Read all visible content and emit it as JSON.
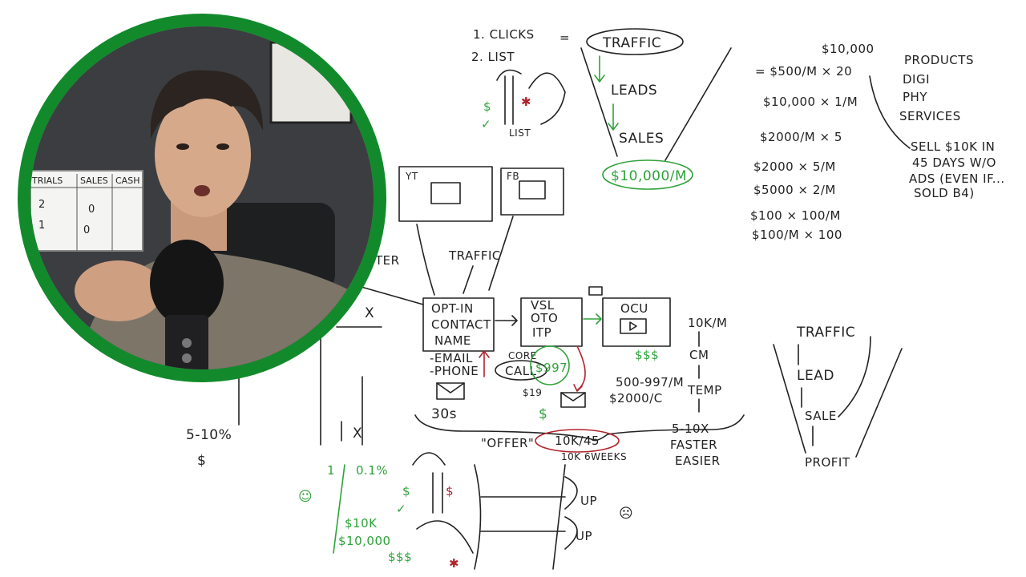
{
  "funnel_top": {
    "clicks": "1. CLICKS",
    "list": "2. LIST",
    "equals": "=",
    "list_small": "LIST",
    "traffic": "TRAFFIC",
    "leads": "LEADS",
    "sales": "SALES",
    "goal": "$10,000/M"
  },
  "math": {
    "header": "$10,000",
    "rows": [
      "= $500/M   ×   20",
      "$10,000   ×   1/M",
      "$2000/M   ×   5",
      "$2000   ×   5/M",
      "$5000   ×   2/M",
      "$100   ×   100/M",
      "$100/M   ×   100"
    ],
    "products": [
      "PRODUCTS",
      "DIGI",
      "PHY",
      "SERVICES"
    ],
    "note": [
      "SELL $10K IN",
      "45 DAYS W/O",
      "ADS (EVEN IF...",
      "SOLD B4)"
    ]
  },
  "middle": {
    "yt": "YT",
    "fb": "FB",
    "traffic": "TRAFFIC",
    "optin": [
      "OPT-IN",
      "CONTACT",
      "NAME"
    ],
    "email": [
      "-EMAIL",
      "-PHONE"
    ],
    "days": "30s",
    "vsl": [
      "VSL",
      "OTO",
      "ITP"
    ],
    "ocu": "OCU",
    "core": "CORE",
    "call": "CALL",
    "price_call": "$997",
    "price_small": "$19",
    "dollar": "$",
    "dollars3": "$$$",
    "range": "500-997/M",
    "range2": "$2000/C",
    "offer": "\"OFFER\"",
    "offer_goal": "10K/45",
    "offer_sub": "10K 6WEEKS",
    "left_pct": "5-10%",
    "left_dollar": "$",
    "x_mark": "X",
    "ter": "TER"
  },
  "right_col": {
    "ten_k": "10K/M",
    "cm": "CM",
    "temp": "TEMP",
    "faster": [
      "5-10X",
      "FASTER",
      "EASIER"
    ],
    "funnel2": [
      "TRAFFIC",
      "LEAD",
      "SALE",
      "PROFIT"
    ]
  },
  "bottom": {
    "pct": "0.1%",
    "d1": "$",
    "d2": "$",
    "tenk": "$10K",
    "tenk2": "$10,000",
    "dd": "$$$",
    "up1": "UP",
    "up2": "UP"
  },
  "whiteboard": {
    "headers": [
      "TRIALS",
      "SALES",
      "CASH"
    ],
    "vals": [
      "2",
      "1",
      "0",
      "0"
    ]
  },
  "colors": {
    "ring": "#128a2c",
    "ink": "#222222",
    "green": "#2fa33a",
    "red": "#b0232b"
  }
}
